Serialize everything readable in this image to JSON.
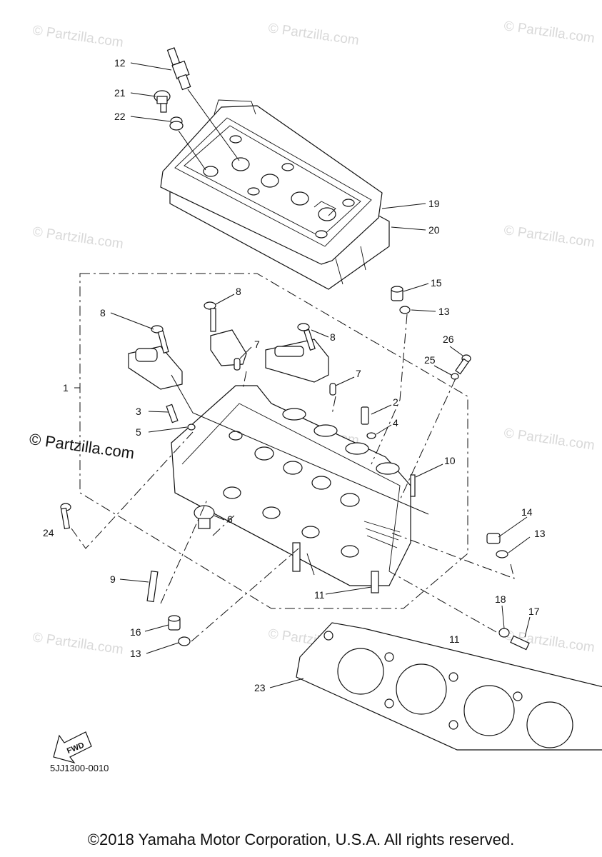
{
  "watermark": "© Partzilla.com",
  "brand_mark": "© Partzilla.com",
  "diagram_code": "5JJ1300-0010",
  "fwd_label": "FWD",
  "copyright": "©2018 Yamaha Motor Corporation, U.S.A. All rights reserved.",
  "callouts": [
    "12",
    "21",
    "22",
    "19",
    "20",
    "15",
    "13",
    "8",
    "8",
    "8",
    "7",
    "7",
    "26",
    "25",
    "1",
    "3",
    "5",
    "2",
    "4",
    "10",
    "6",
    "24",
    "14",
    "13",
    "9",
    "11",
    "18",
    "17",
    "16",
    "13",
    "11",
    "23"
  ]
}
